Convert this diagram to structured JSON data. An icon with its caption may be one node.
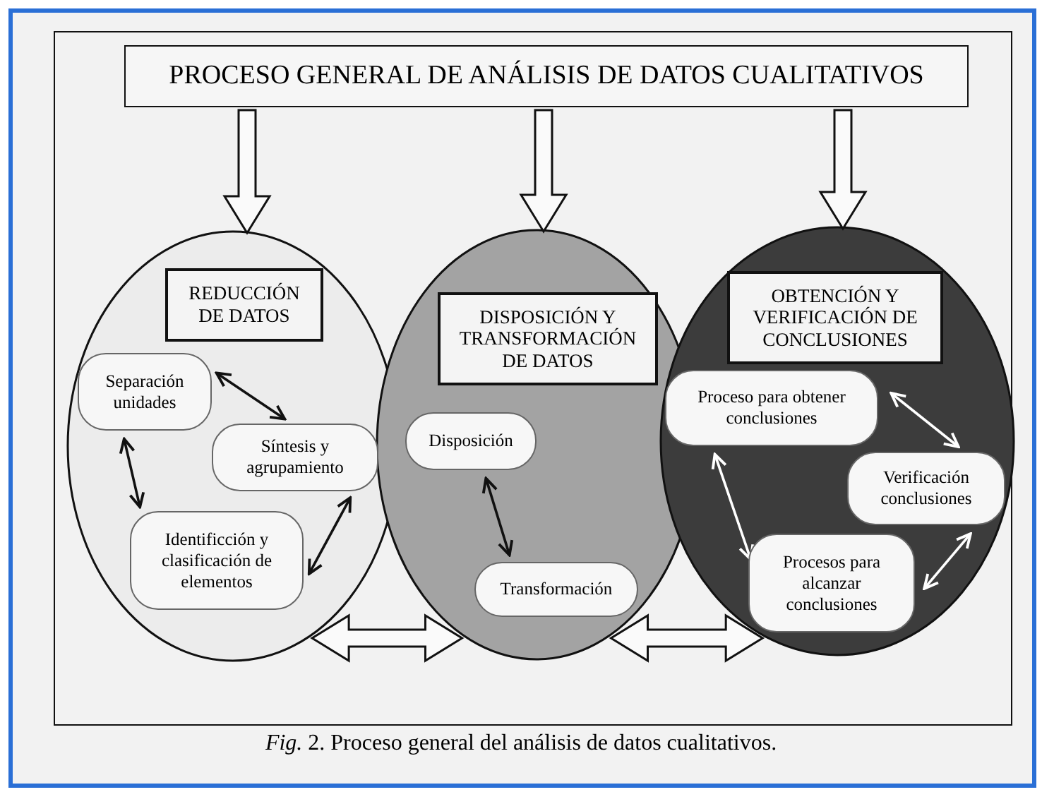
{
  "diagram": {
    "title": "PROCESO GENERAL DE ANÁLISIS DE DATOS CUALITATIVOS",
    "caption": "*Fig.* 2. Proceso general del análisis de datos cualitativos.",
    "nodes": [
      {
        "text": [],
        "shape": "circle"
      },
      {
        "text": [
          "REDUCCIÓN DE DATOS"
        ],
        "in": 0
      },
      {
        "text": [
          "Separación unidades"
        ],
        "in": 0
      },
      {
        "text": [
          "Síntesis y agrupamiento"
        ],
        "in": 0
      },
      {
        "text": [
          "Identificción y clasificación de elementos"
        ],
        "in": 0
      },
      {
        "text": [],
        "shape": "circle"
      },
      {
        "text": [
          "DISPOSICIÓN Y TRANSFORMACIÓN DE DATOS"
        ],
        "in": 5
      },
      {
        "text": [
          "Disposición"
        ],
        "in": 5
      },
      {
        "text": [
          "Transformación"
        ],
        "in": 5
      },
      {
        "text": [],
        "shape": "circle"
      },
      {
        "text": [
          "OBTENCIÓN Y VERIFICACIÓN DE CONCLUSIONES"
        ],
        "in": 9
      },
      {
        "text": [
          "Proceso para obtener conclusiones"
        ],
        "in": 9
      },
      {
        "text": [
          "Verificación conclusiones"
        ],
        "in": 9
      },
      {
        "text": [
          "Procesos para alcanzar conclusiones"
        ],
        "in": 9
      }
    ],
    "edges": [
      {
        "from": null,
        "to": 0,
        "arrow": "to",
        "style": "thick"
      },
      {
        "from": null,
        "to": 5,
        "arrow": "to",
        "style": "thick"
      },
      {
        "from": null,
        "to": 9,
        "arrow": "to",
        "style": "thick"
      },
      {
        "from": 2,
        "to": 3,
        "arrow": "both"
      },
      {
        "from": 2,
        "to": 4,
        "arrow": "both"
      },
      {
        "from": 4,
        "to": 3,
        "arrow": "both"
      },
      {
        "from": 7,
        "to": 8,
        "arrow": "both"
      },
      {
        "from": 11,
        "to": 12,
        "arrow": "both",
        "color": "#ffffff"
      },
      {
        "from": 12,
        "to": 13,
        "arrow": "both",
        "color": "#ffffff"
      },
      {
        "from": 11,
        "to": 13,
        "arrow": "both",
        "color": "#ffffff"
      },
      {
        "from": 0,
        "to": 5,
        "arrow": "both",
        "style": "thick"
      },
      {
        "from": 5,
        "to": 9,
        "arrow": "both",
        "style": "thick"
      }
    ]
  }
}
